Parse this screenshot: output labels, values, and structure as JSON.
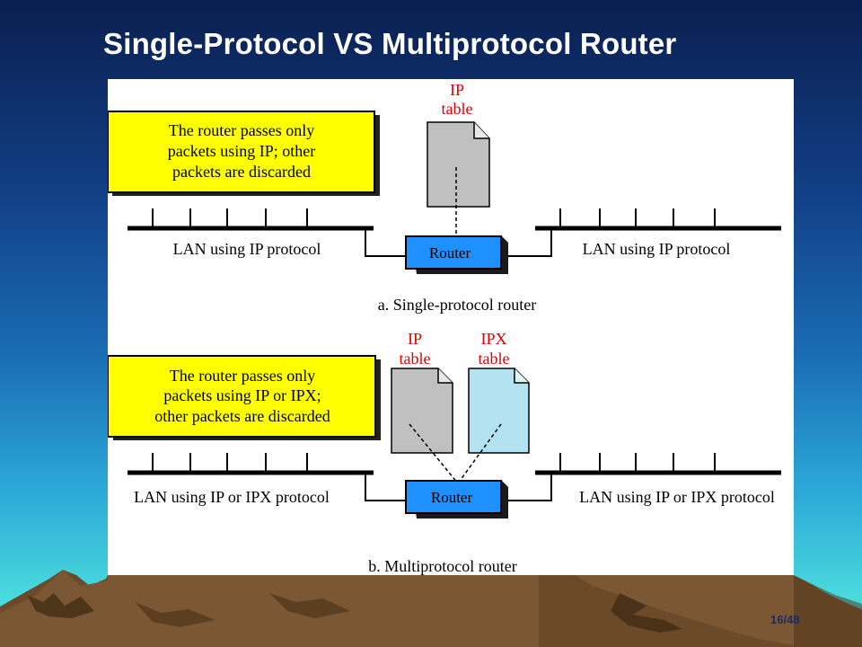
{
  "slide": {
    "title": "Single-Protocol VS Multiprotocol Router",
    "page_number": "16/48"
  },
  "colors": {
    "note_box": "#ffff00",
    "router": "#1e90ff",
    "ip_table": "#c0c0c0",
    "ipx_table": "#b3e3f0",
    "table_label": "#e00000"
  },
  "single": {
    "note_line1": "The router passes only",
    "note_line2": "packets using IP; other",
    "note_line3": "packets are discarded",
    "ip_table_line1": "IP",
    "ip_table_line2": "table",
    "router_label": "Router",
    "lan_left": "LAN using IP protocol",
    "lan_right": "LAN using IP protocol",
    "caption": "a. Single-protocol router"
  },
  "multi": {
    "note_line1": "The router passes only",
    "note_line2": "packets using IP or IPX;",
    "note_line3": "other packets are discarded",
    "ip_table_line1": "IP",
    "ip_table_line2": "table",
    "ipx_table_line1": "IPX",
    "ipx_table_line2": "table",
    "router_label": "Router",
    "lan_left": "LAN using IP or IPX protocol",
    "lan_right": "LAN using IP or IPX protocol",
    "caption": "b. Multiprotocol router"
  }
}
